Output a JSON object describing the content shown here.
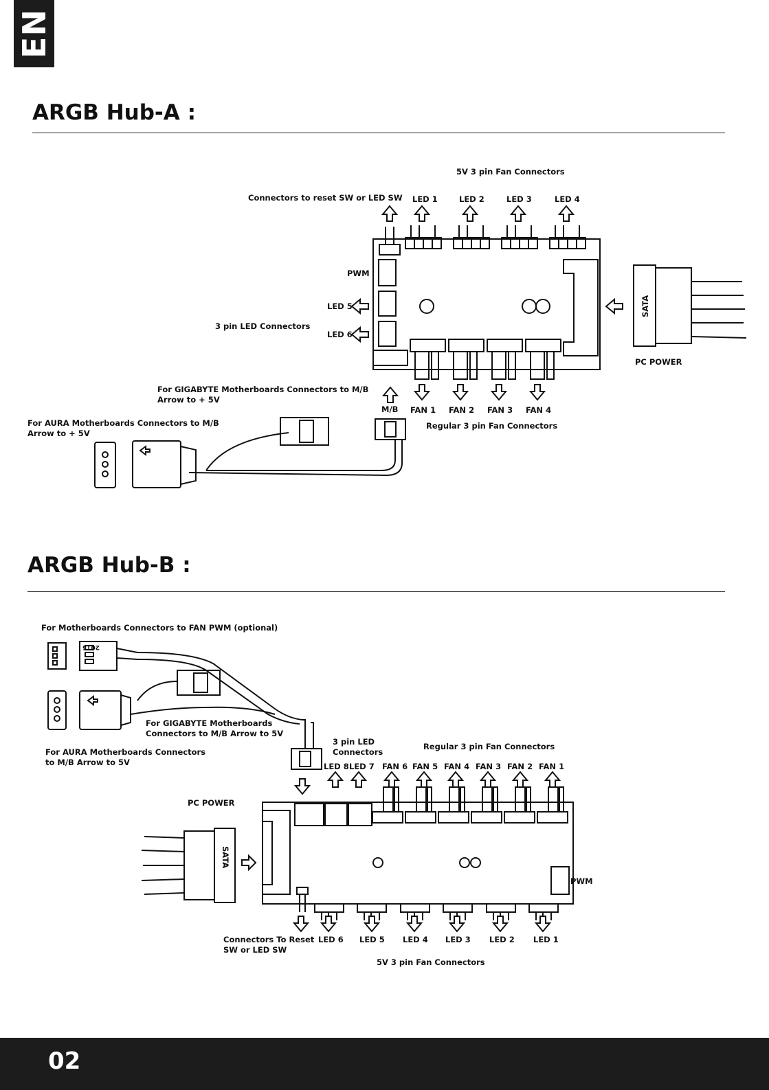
{
  "lang_tab": "EN",
  "section_a": {
    "title": "ARGB Hub-A :",
    "labels": {
      "fan5v_header": "5V 3 pin Fan Connectors",
      "reset_sw": "Connectors to reset SW or LED SW",
      "led1": "LED 1",
      "led2": "LED 2",
      "led3": "LED 3",
      "led4": "LED 4",
      "pwm": "PWM",
      "led5": "LED 5",
      "led6": "LED 6",
      "led3pin": "3 pin LED Connectors",
      "sata": "SATA",
      "pc_power": "PC POWER",
      "gigabyte_1": "For GIGABYTE Motherboards Connectors to M/B",
      "gigabyte_2": "Arrow to + 5V",
      "aura_1": "For AURA Motherboards Connectors to M/B",
      "aura_2": "Arrow to + 5V",
      "mb": "M/B",
      "fan1": "FAN 1",
      "fan2": "FAN 2",
      "fan3": "FAN 3",
      "fan4": "FAN 4",
      "regular_fan": "Regular 3 pin Fan Connectors"
    }
  },
  "section_b": {
    "title": "ARGB Hub-B :",
    "labels": {
      "fan_pwm": "For Motherboards Connectors to FAN PWM (optional)",
      "gigabyte_1": "For GIGABYTE Motherboards",
      "gigabyte_2": "Connectors to M/B Arrow to 5V",
      "aura_1": "For AURA Motherboards Connectors",
      "aura_2": "to M/B Arrow to 5V",
      "led3pin_1": "3 pin LED",
      "led3pin_2": "Connectors",
      "regular_fan": "Regular 3 pin Fan Connectors",
      "led8": "LED 8",
      "led7": "LED 7",
      "fan6": "FAN 6",
      "fan5": "FAN 5",
      "fan4": "FAN 4",
      "fan3": "FAN 3",
      "fan2": "FAN 2",
      "fan1": "FAN 1",
      "pc_power": "PC POWER",
      "sata": "SATA",
      "pwm": "PWM",
      "reset_1": "Connectors  To Reset",
      "reset_2": "SW or LED SW",
      "led6": "LED 6",
      "led5": "LED 5",
      "led4": "LED 4",
      "led3": "LED 3",
      "led2": "LED 2",
      "led1": "LED 1",
      "fan5v": "5V 3 pin Fan Connectors",
      "chip_mark": "2015"
    }
  },
  "page_number": "02"
}
